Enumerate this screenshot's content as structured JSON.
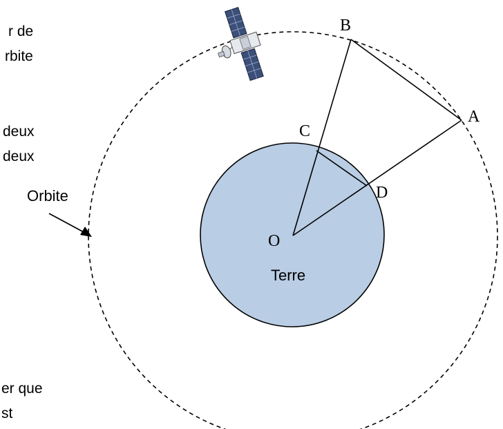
{
  "left_text_fragments": [
    "r de",
    "rbite",
    "deux",
    "deux",
    "er que",
    "st"
  ],
  "labels": {
    "earth": "Terre",
    "orbit": "Orbite",
    "point_o": "O",
    "point_a": "A",
    "point_b": "B",
    "point_c": "C",
    "point_d": "D"
  },
  "colors": {
    "earth_fill": "#b9cde4",
    "stroke": "#000000",
    "satellite_panel": "#3b4f78"
  },
  "icons": {
    "satellite": "satellite-icon"
  }
}
